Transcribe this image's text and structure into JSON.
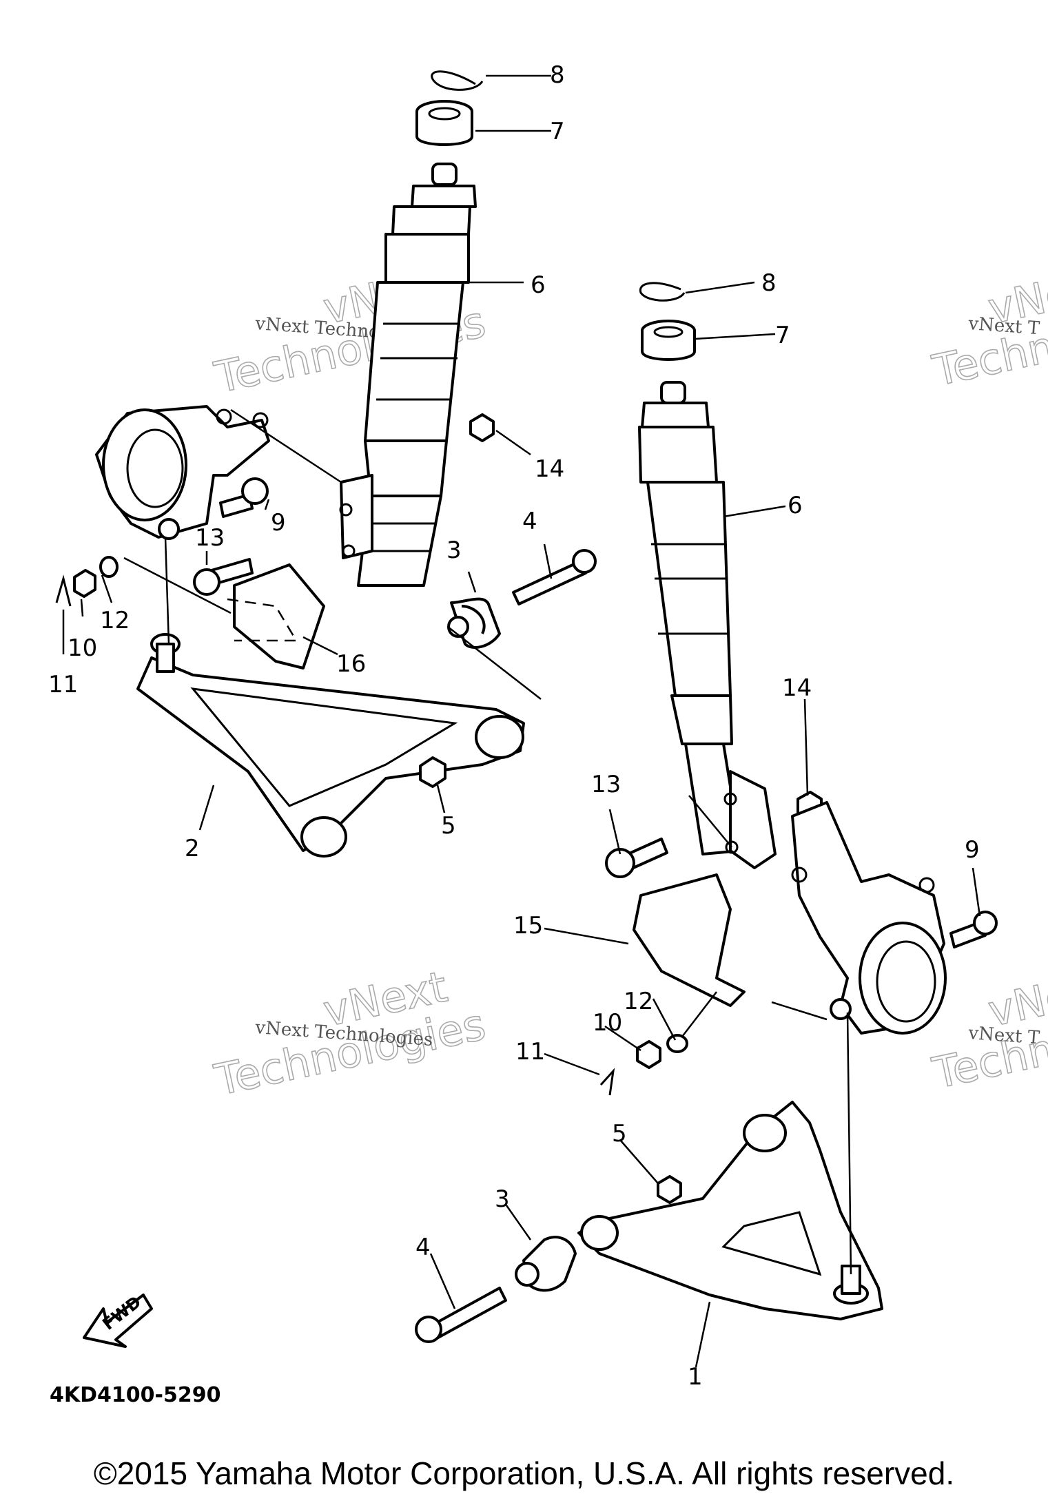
{
  "diagram": {
    "drawing_code": "4KD4100-5290",
    "fwd_label": "FWD",
    "watermark_small": "vNext Technologies",
    "watermark_big_line1": "vNext",
    "watermark_big_line2": "Technologies",
    "watermark_small_cut": "vNext T",
    "watermark_big_cut1": "vNe",
    "watermark_big_cut2": "Techn",
    "copyright": "©2015 Yamaha Motor Corporation, U.S.A. All rights reserved.",
    "callouts": {
      "l8": "8",
      "l7": "7",
      "l6": "6",
      "l14": "14",
      "l9": "9",
      "l13": "13",
      "l12": "12",
      "l10": "10",
      "l11": "11",
      "l16": "16",
      "l3": "3",
      "l4": "4",
      "l5": "5",
      "l2": "2",
      "r8": "8",
      "r7": "7",
      "r6": "6",
      "r14": "14",
      "r13": "13",
      "r9": "9",
      "r15": "15",
      "r12": "12",
      "r10": "10",
      "r11": "11",
      "r5": "5",
      "r3": "3",
      "r4": "4",
      "r1": "1"
    }
  }
}
